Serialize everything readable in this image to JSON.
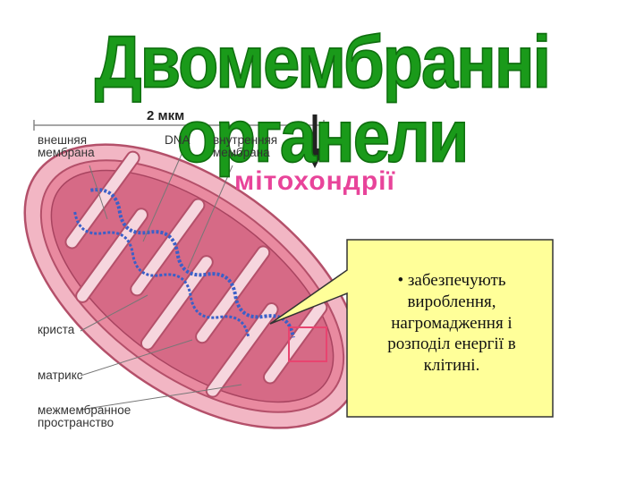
{
  "title": "Двомембранні органели",
  "subtitle": "мітохондрії",
  "labels": {
    "scale": "2 мкм",
    "outer_membrane_1": "внешняя",
    "outer_membrane_2": "мембрана",
    "dna": "DNA",
    "inner_membrane_1": "внутренняя",
    "inner_membrane_2": "мембрана",
    "crista": "криста",
    "matrix": "матрикс",
    "intermembrane_1": "межмембранное",
    "intermembrane_2": "пространство"
  },
  "callout": {
    "line1": "• забезпечують",
    "line2": "вироблення,",
    "line3": "нагромадження і",
    "line4": "розподіл енергії в",
    "line5": "клітині."
  },
  "colors": {
    "title": "#1a9a1a",
    "subtitle": "#e8449a",
    "callout_bg": "#ffff99",
    "mito_outer": "#e98aa0",
    "mito_inner": "#d66a86",
    "dna": "#3a5fc8"
  },
  "icons": {
    "arrow": "down-arrow-icon"
  }
}
